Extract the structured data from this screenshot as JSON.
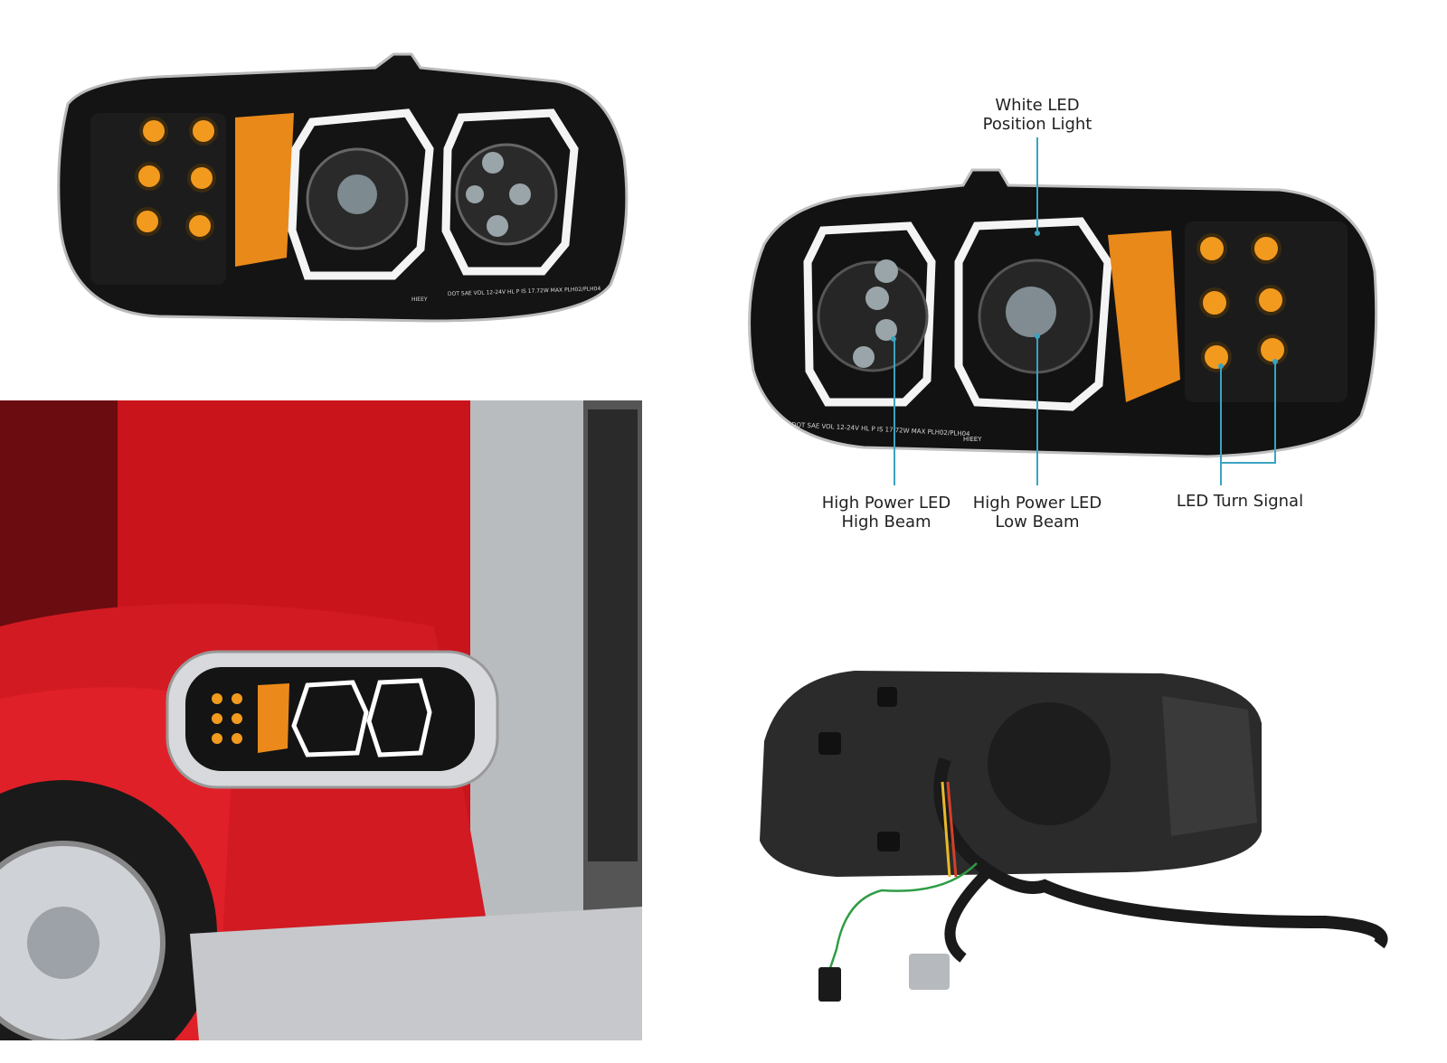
{
  "callouts": {
    "position_light": {
      "line1": "White LED",
      "line2": "Position Light"
    },
    "high_beam": {
      "line1": "High Power LED",
      "line2": "High Beam"
    },
    "low_beam": {
      "line1": "High Power LED",
      "line2": "Low Beam"
    },
    "turn_signal": {
      "line1": "LED Turn Signal"
    }
  },
  "lens_markings": {
    "certification": "DOT SAE VOL 12-24V HL P IS 17.72W MAX PLH02/PLH04",
    "brand": "HIEEY"
  },
  "colors": {
    "callout_line": "#3aa3c2",
    "amber": "#f0901a",
    "truck_red": "#d8141c",
    "housing": "#111111"
  }
}
